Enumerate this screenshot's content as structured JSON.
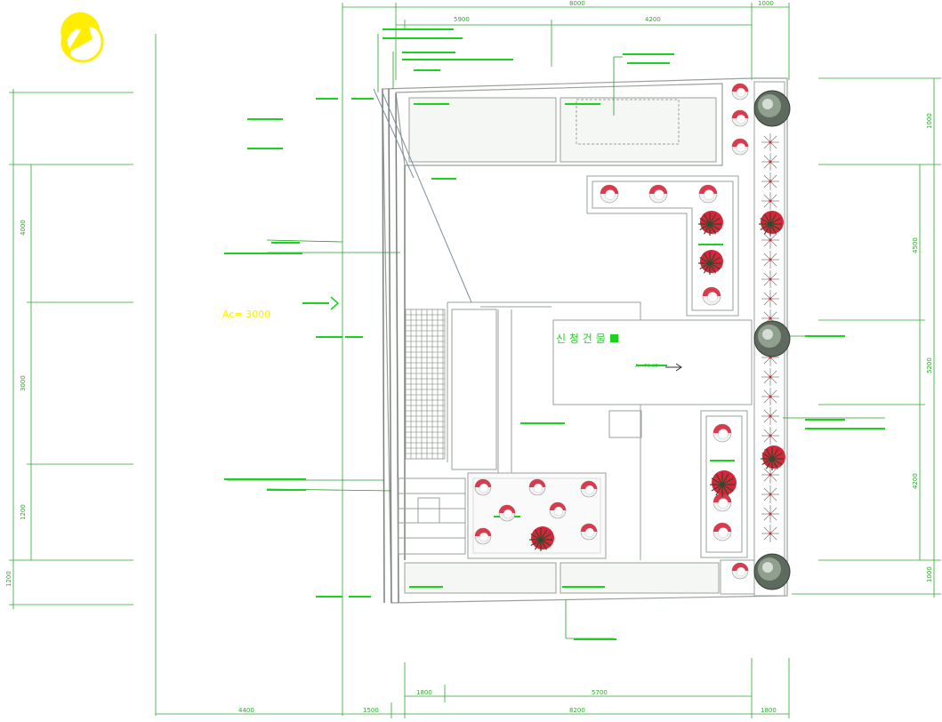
{
  "colors": {
    "dimension": "#2ea72e",
    "label": "#19d219",
    "outline": "#9aa09a",
    "wall": "#7a807a",
    "accent_yellow": "#ffee00",
    "tree_red": "#d9253a",
    "building_text": "#1fd11f"
  },
  "compass": {
    "icon": "north-arrow-icon"
  },
  "building": {
    "name": "신 청 건 물",
    "mark_text": "A= 76.95"
  },
  "dimensions": {
    "top": [
      "5900",
      "8000",
      "4200",
      "1000"
    ],
    "bottom_row1": [
      "1800",
      "5700"
    ],
    "bottom_row2": [
      "4400",
      "1500",
      "8200",
      "1800"
    ],
    "left": [
      "4000",
      "3000",
      "1200",
      "1200"
    ],
    "right": [
      "1000",
      "4500",
      "5200",
      "4200",
      "1000"
    ]
  },
  "labels": {
    "site_mark": "Ac= 3000"
  },
  "icons": [
    "north-arrow-icon",
    "round-tree-icon",
    "flower-shrub-icon",
    "palm-tree-icon",
    "arrow-right-icon",
    "stair-icon"
  ]
}
